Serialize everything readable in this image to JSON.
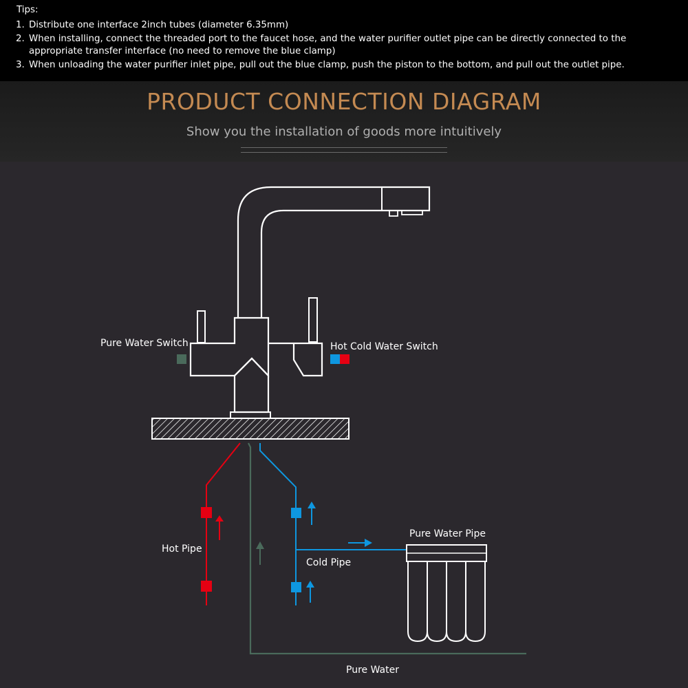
{
  "tips": {
    "title": "Tips:",
    "items": [
      "Distribute one interface 2inch tubes (diameter 6.35mm)",
      "When installing, connect the threaded port to the faucet hose, and the water purifier outlet pipe can be directly connected to the appropriate transfer interface (no need to remove the blue clamp)",
      "When unloading the water purifier inlet pipe, pull out the blue clamp, push the piston to the bottom, and pull out the outlet pipe."
    ]
  },
  "banner": {
    "heading": "PRODUCT CONNECTION DIAGRAM",
    "subheading": "Show you the installation of goods more intuitively"
  },
  "diagram": {
    "labels": {
      "pure_water_switch": "Pure Water Switch",
      "hot_cold_switch": "Hot Cold Water Switch",
      "hot_pipe": "Hot Pipe",
      "cold_pipe": "Cold Pipe",
      "pure_water_pipe": "Pure Water Pipe",
      "pure_water": "Pure Water"
    },
    "colors": {
      "hot": "#e60012",
      "cold": "#0e97e0",
      "pure": "#4a6a5b",
      "outline": "#ffffff",
      "background": "#2b282d"
    }
  }
}
